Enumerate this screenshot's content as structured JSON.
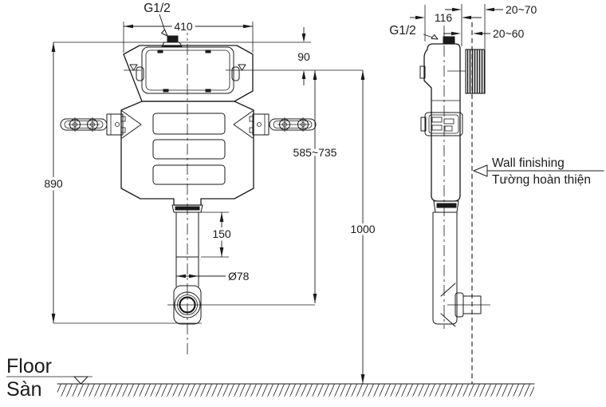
{
  "title": "Concealed cistern installation drawing",
  "colors": {
    "ink": "#1a1a1a",
    "paper": "#ffffff"
  },
  "front_view": {
    "thread_label": "G1/2",
    "dim_tank_width": "410",
    "dim_top_to_waterline": "90",
    "dim_unit_height": "890",
    "dim_outlet_range": "585~735",
    "dim_flex_pipe": "150",
    "dim_pipe_diameter": "Ø78",
    "dim_waterline_to_floor": "1000"
  },
  "side_view": {
    "thread_label": "G1/2",
    "dim_tank_depth": "116",
    "dim_sleeve_range": "20~70",
    "dim_wall_range": "20~60",
    "wall_finishing_en": "Wall finishing",
    "wall_finishing_vi": "Tường hoàn thiện"
  },
  "floor": {
    "label_en": "Floor",
    "label_vi": "Sàn"
  }
}
